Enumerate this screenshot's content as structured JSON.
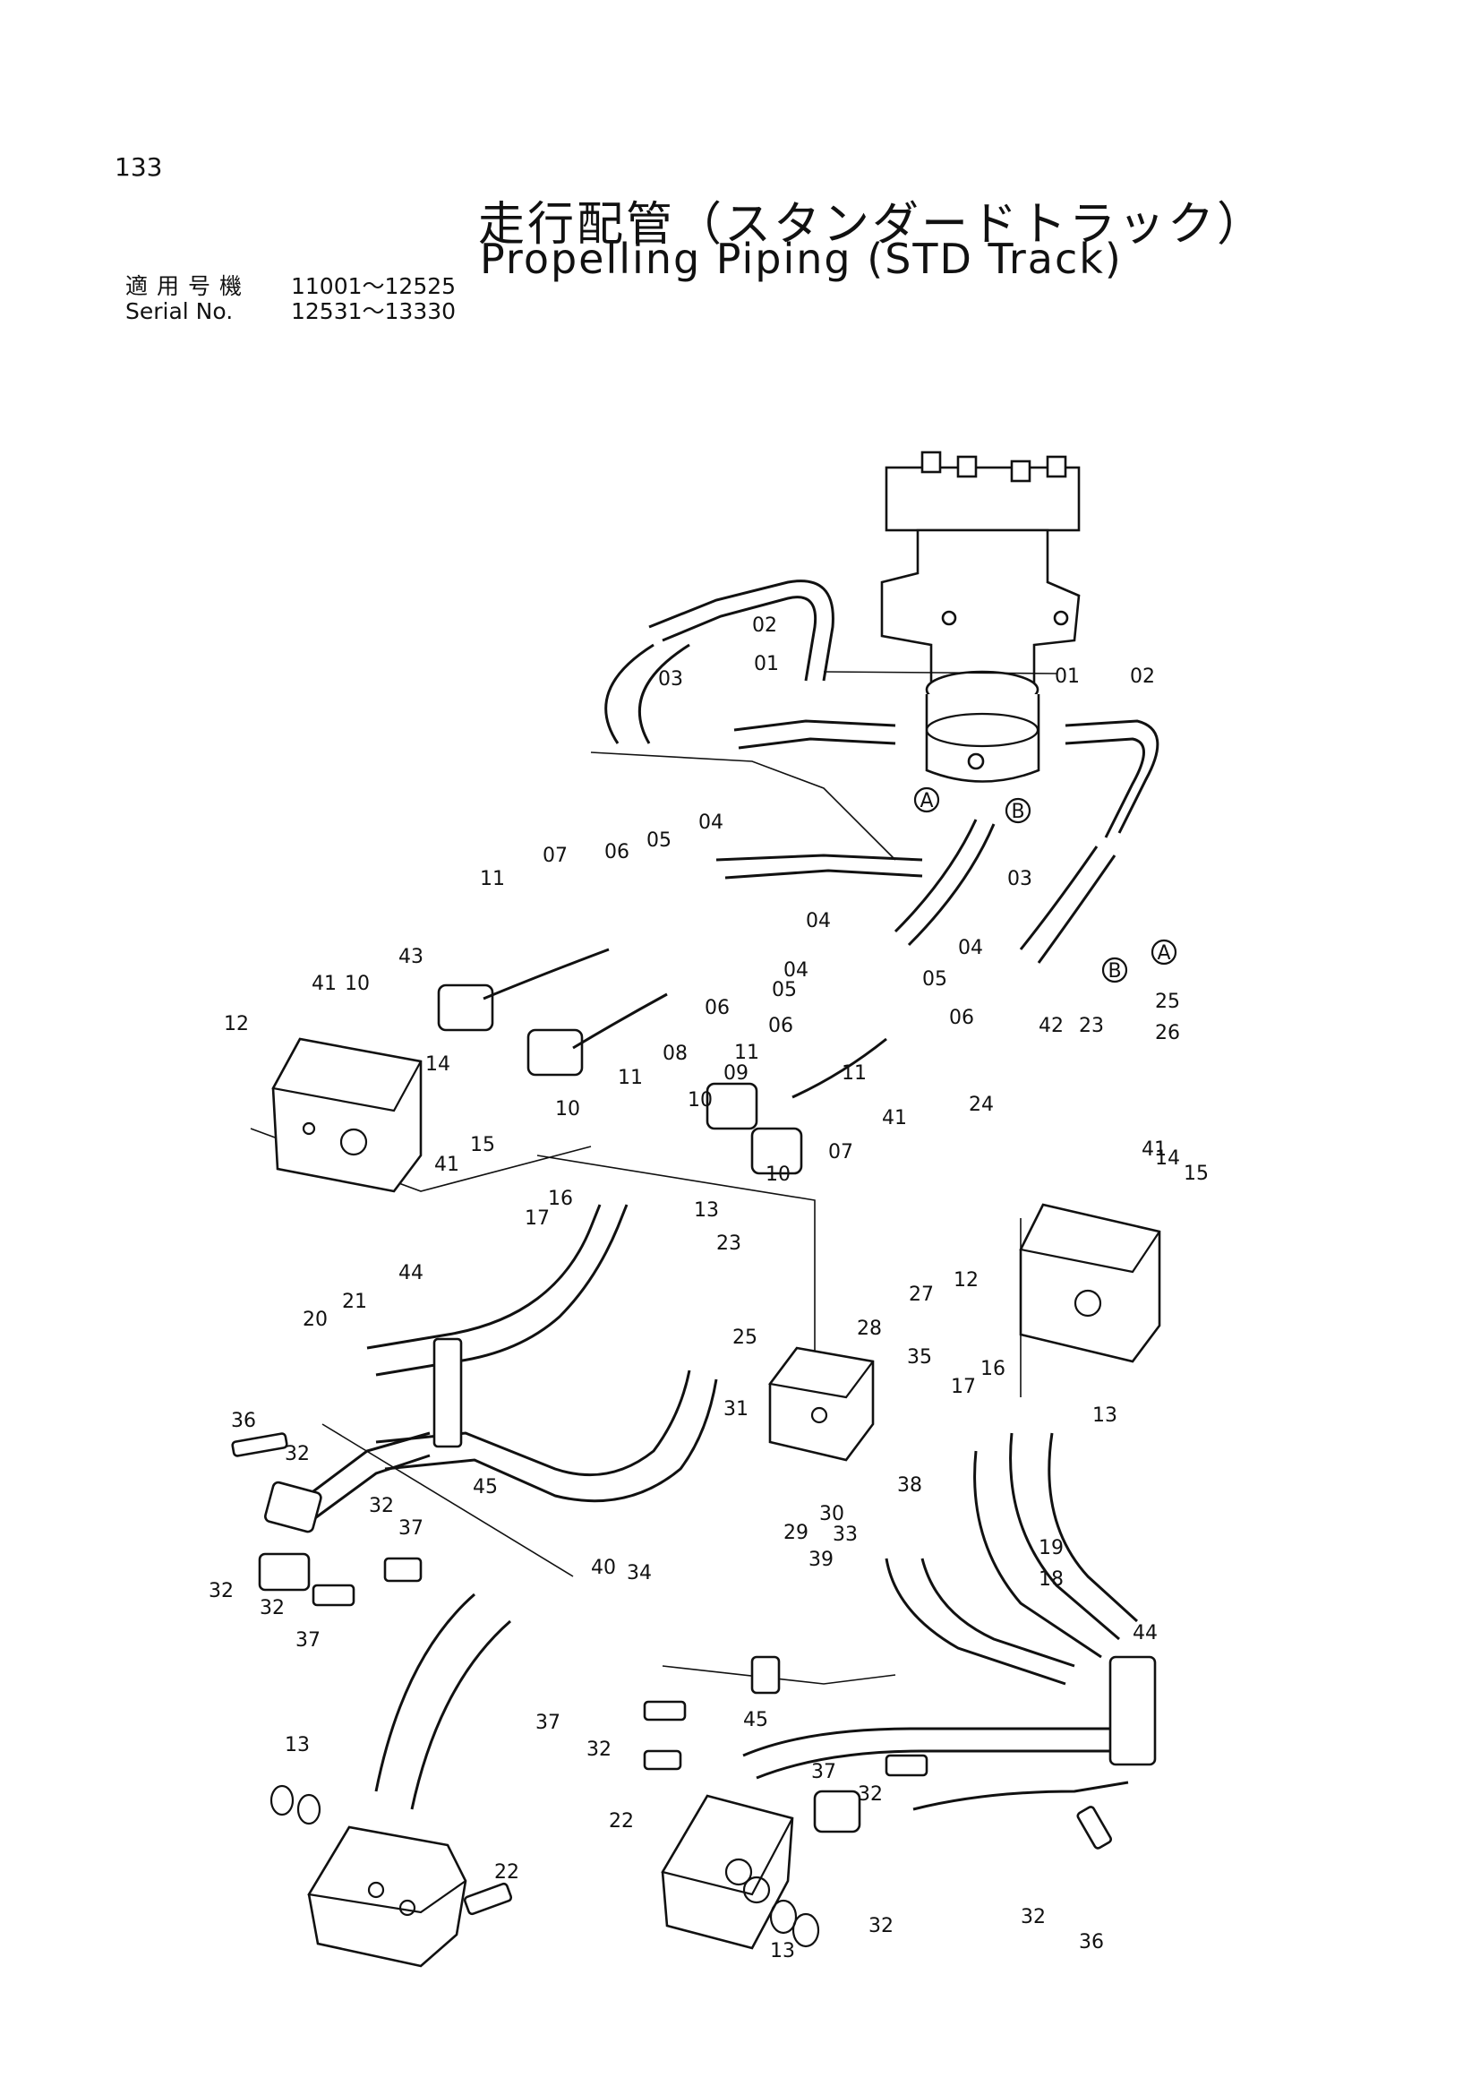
{
  "page_number": "133",
  "title_jp": "走行配管（スタンダードトラック）",
  "title_en": "Propelling Piping (STD Track)",
  "serial": {
    "label_jp": "適用号機",
    "label_en": "Serial No.",
    "range_1": "11001～12525",
    "range_2": "12531～13330"
  },
  "port_markers": {
    "a": "A",
    "b": "B"
  },
  "callouts": {
    "c01a": "01",
    "c01b": "01",
    "c02a": "02",
    "c02b": "02",
    "c03a": "03",
    "c03b": "03",
    "c04a": "04",
    "c04b": "04",
    "c04c": "04",
    "c04d": "04",
    "c05a": "05",
    "c05b": "05",
    "c05c": "05",
    "c06a": "06",
    "c06b": "06",
    "c06c": "06",
    "c06d": "06",
    "c07a": "07",
    "c07b": "07",
    "c08": "08",
    "c09": "09",
    "c10a": "10",
    "c10b": "10",
    "c10c": "10",
    "c10d": "10",
    "c11a": "11",
    "c11b": "11",
    "c11c": "11",
    "c11d": "11",
    "c12a": "12",
    "c12b": "12",
    "c13a": "13",
    "c13b": "13",
    "c13c": "13",
    "c13d": "13",
    "c14a": "14",
    "c14b": "14",
    "c15a": "15",
    "c15b": "15",
    "c16a": "16",
    "c16b": "16",
    "c17a": "17",
    "c17b": "17",
    "c18": "18",
    "c19": "19",
    "c20": "20",
    "c21": "21",
    "c22a": "22",
    "c22b": "22",
    "c23a": "23",
    "c23b": "23",
    "c24": "24",
    "c25a": "25",
    "c25b": "25",
    "c26": "26",
    "c27": "27",
    "c28": "28",
    "c29": "29",
    "c30": "30",
    "c31": "31",
    "c32a": "32",
    "c32b": "32",
    "c32c": "32",
    "c32d": "32",
    "c32e": "32",
    "c32f": "32",
    "c32g": "32",
    "c32h": "32",
    "c33": "33",
    "c34": "34",
    "c35": "35",
    "c36a": "36",
    "c36b": "36",
    "c37a": "37",
    "c37b": "37",
    "c37c": "37",
    "c37d": "37",
    "c38": "38",
    "c39": "39",
    "c40": "40",
    "c41a": "41",
    "c41b": "41",
    "c41c": "41",
    "c41d": "41",
    "c42": "42",
    "c43": "43",
    "c44a": "44",
    "c44b": "44",
    "c45a": "45",
    "c45b": "45"
  }
}
